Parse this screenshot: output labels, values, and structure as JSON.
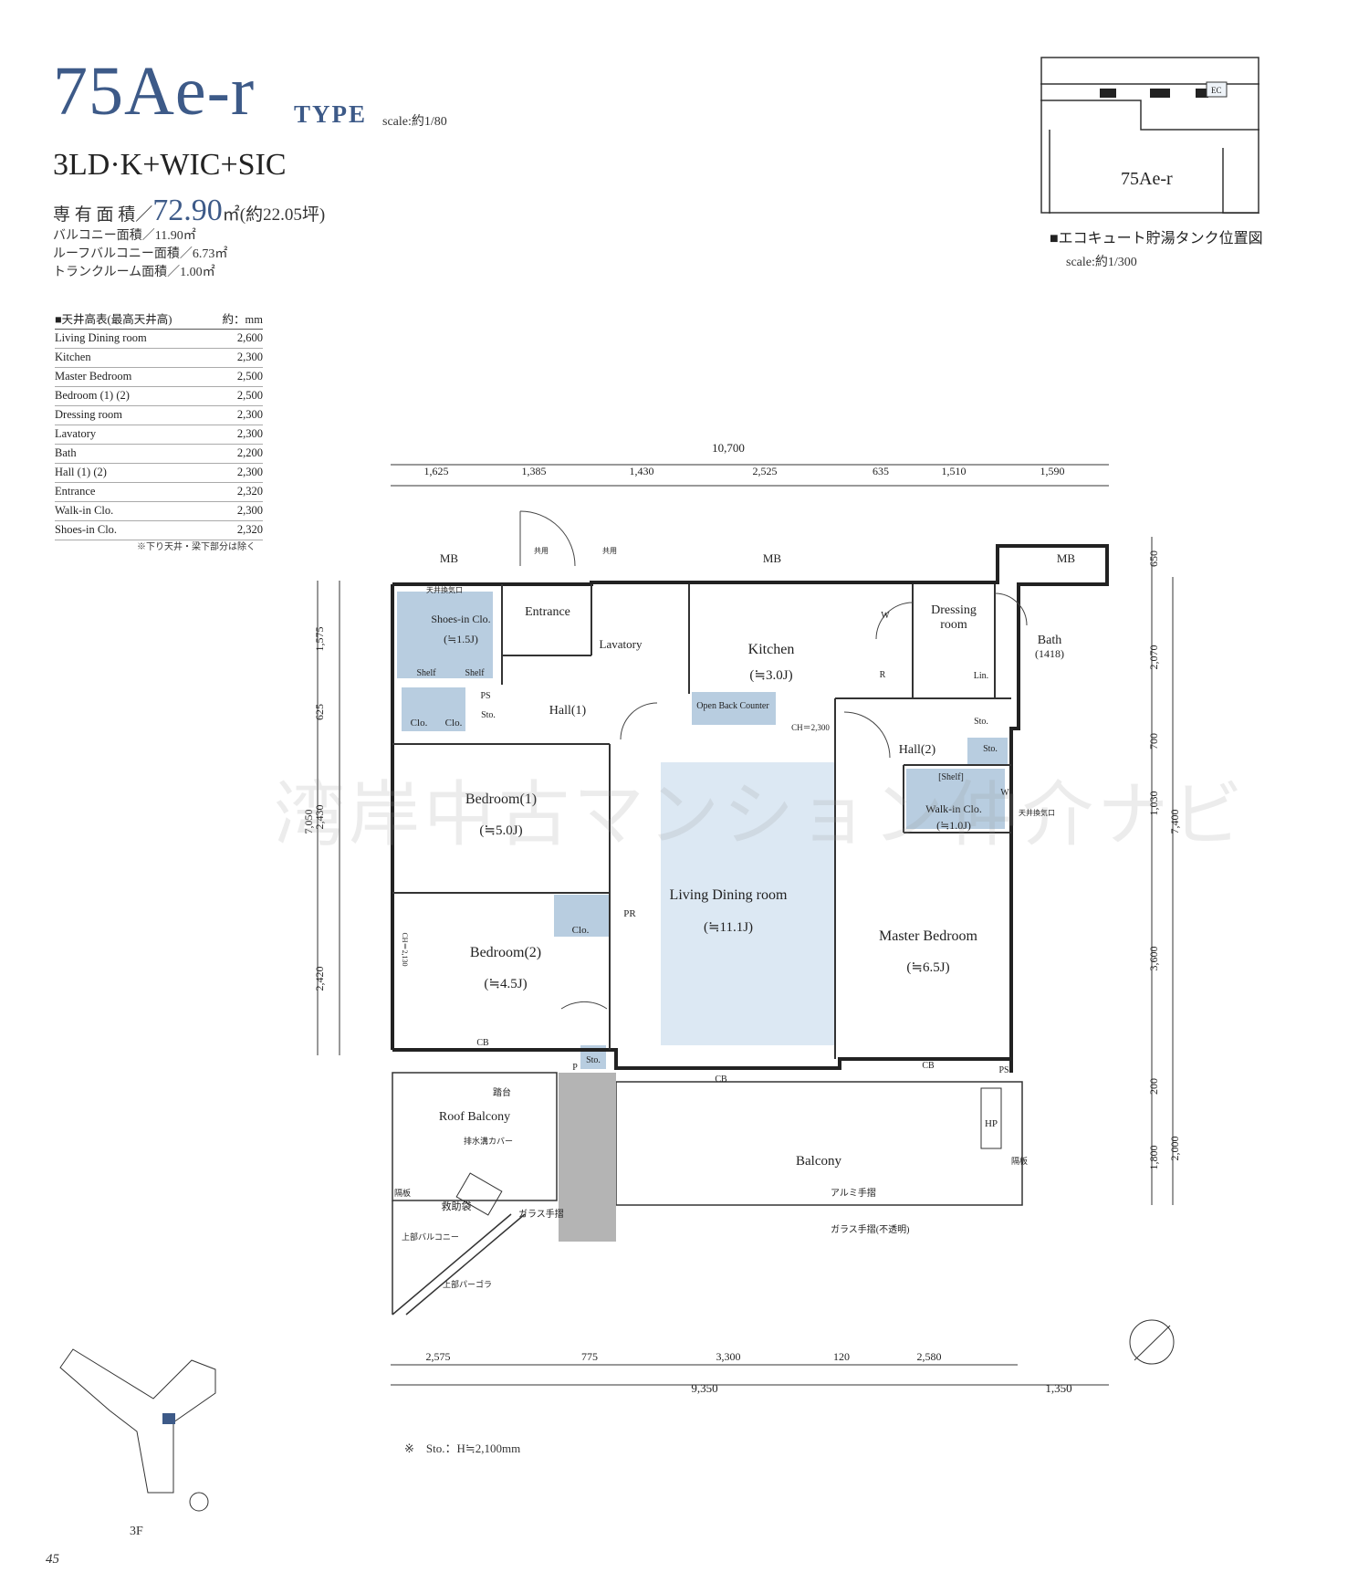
{
  "header": {
    "type_code": "75Ae-r",
    "type_word": "TYPE",
    "scale": "scale:約1/80",
    "layout": "3LD·K+WIC+SIC",
    "exclusive_area_label": "専 有 面 積／",
    "exclusive_area_value": "72.90",
    "exclusive_area_suffix": "㎡(約22.05坪)",
    "balcony_area": "バルコニー面積／11.90㎡",
    "roof_balcony_area": "ルーフバルコニー面積／6.73㎡",
    "trunk_room_area": "トランクルーム面積／1.00㎡"
  },
  "ceiling_table": {
    "title": "■天井高表(最高天井高)",
    "unit": "約：mm",
    "rows": [
      {
        "room": "Living Dining room",
        "height": "2,600"
      },
      {
        "room": "Kitchen",
        "height": "2,300"
      },
      {
        "room": "Master Bedroom",
        "height": "2,500"
      },
      {
        "room": "Bedroom (1) (2)",
        "height": "2,500"
      },
      {
        "room": "Dressing room",
        "height": "2,300"
      },
      {
        "room": "Lavatory",
        "height": "2,300"
      },
      {
        "room": "Bath",
        "height": "2,200"
      },
      {
        "room": "Hall (1) (2)",
        "height": "2,300"
      },
      {
        "room": "Entrance",
        "height": "2,320"
      },
      {
        "room": "Walk-in Clo.",
        "height": "2,300"
      },
      {
        "room": "Shoes-in Clo.",
        "height": "2,320"
      }
    ],
    "note": "※下り天井・梁下部分は除く"
  },
  "ecocute_map": {
    "unit_label": "75Ae-r",
    "ec_label": "EC",
    "caption": "■エコキュート貯湯タンク位置図",
    "scale": "scale:約1/300"
  },
  "dimensions": {
    "top_total": "10,700",
    "top_segments": [
      "1,625",
      "1,385",
      "1,430",
      "2,525",
      "635",
      "1,510",
      "1,590"
    ],
    "left_segments": [
      "1,575",
      "625",
      "2,430",
      "2,420"
    ],
    "left_total": "7,050",
    "right_segments": [
      "650",
      "2,070",
      "700",
      "1,030",
      "3,600",
      "200",
      "1,800"
    ],
    "right_total_upper": "7,400",
    "right_total_lower": "2,000",
    "bottom_segments": [
      "2,575",
      "775",
      "3,300",
      "120",
      "2,580"
    ],
    "bottom_total": "9,350",
    "bottom_extra": "1,350"
  },
  "rooms": {
    "entrance": "Entrance",
    "shoes_in_clo": "Shoes-in Clo.",
    "shoes_in_clo_size": "(≒1.5J)",
    "lavatory": "Lavatory",
    "kitchen": "Kitchen",
    "kitchen_size": "(≒3.0J)",
    "dressing_room_1": "Dressing",
    "dressing_room_2": "room",
    "bath": "Bath",
    "bath_size": "(1418)",
    "hall1": "Hall(1)",
    "hall2": "Hall(2)",
    "open_back_counter": "Open Back Counter",
    "bedroom1": "Bedroom(1)",
    "bedroom1_size": "(≒5.0J)",
    "bedroom2": "Bedroom(2)",
    "bedroom2_size": "(≒4.5J)",
    "living": "Living Dining room",
    "living_size": "(≒11.1J)",
    "master": "Master Bedroom",
    "master_size": "(≒6.5J)",
    "walkin": "Walk-in Clo.",
    "walkin_size": "(≒1.0J)",
    "roof_balcony": "Roof Balcony",
    "balcony": "Balcony"
  },
  "plan_labels": {
    "mb": "MB",
    "shelf": "Shelf",
    "shelf_bracket": "[Shelf]",
    "clo": "Clo.",
    "sto": "Sto.",
    "ps": "PS",
    "pr": "PR",
    "cb": "CB",
    "hp": "HP",
    "w": "W",
    "r": "R",
    "lin": "Lin.",
    "wic_w": "W",
    "p": "P",
    "ch_2300": "CH＝2,300",
    "ch_2130": "CH＝2,130",
    "fumidai": "踏台",
    "gutter_cover": "排水溝カバー",
    "rescue_bag": "救助袋",
    "glass_rail": "ガラス手摺",
    "alumi_rail": "アルミ手摺",
    "glass_rail_opaque": "ガラス手摺(不透明)",
    "upper_balcony": "上部バルコニー",
    "upper_pergola": "上部パーゴラ",
    "partition": "隔板",
    "vent": "天井換気口",
    "common": "共用"
  },
  "footnote": "※　Sto.：H≒2,100mm",
  "key_plan": {
    "floor": "3F"
  },
  "page_number": "45",
  "watermark": "湾岸中古マンション仲介ナビ",
  "colors": {
    "accent": "#3d5a88",
    "room_fill": "#dce8f3",
    "storage_fill": "#b8cde0"
  }
}
